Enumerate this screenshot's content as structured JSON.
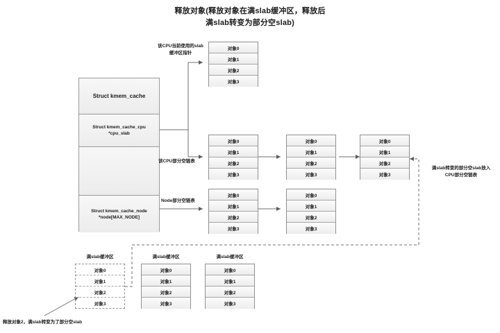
{
  "title": {
    "line1": "释放对象(释放对象在满slab缓冲区，释放后",
    "line2": "满slab转变为部分空slab)"
  },
  "struct_box": {
    "rows": [
      {
        "label": "Struct kmem_cache"
      },
      {
        "label": "Struct kmem_cache_cpu *cpu_slab"
      },
      {
        "label": ""
      },
      {
        "label": "Struct kmem_cache_node\n*node[MAX_NODE]"
      }
    ]
  },
  "labels": {
    "cpu_current_slab": "该CPU当前使用的slab\n缓冲区指针",
    "cpu_partial_list": "该CPU部分空链表",
    "node_partial_list": "Node部分空链表",
    "right_note": "满slab转变的部分空slab放入\nCPU部分空链表",
    "bottom_caption": "释放对象2，满slab转变为了部分空slab",
    "full_slab_buffer": "满slab缓冲区"
  },
  "objects": [
    "对象0",
    "对象1",
    "对象2",
    "对象3"
  ],
  "slabs": {
    "cpu_current": {
      "objects": [
        "对象0",
        "对象1",
        "对象2",
        "对象3"
      ]
    },
    "cpu_partial": [
      {
        "objects": [
          "对象0",
          "对象1",
          "对象2",
          "对象3"
        ]
      },
      {
        "objects": [
          "对象0",
          "对象1",
          "对象2",
          "对象3"
        ]
      },
      {
        "objects": [
          "对象0",
          "对象1",
          "对象2",
          "对象3"
        ]
      }
    ],
    "node_partial": [
      {
        "objects": [
          "对象0",
          "对象1",
          "对象2",
          "对象3"
        ]
      },
      {
        "objects": [
          "对象0",
          "对象1",
          "对象2",
          "对象3"
        ]
      }
    ],
    "full_slabs": [
      {
        "title": "满slab缓冲区",
        "style": "dashed",
        "objects": [
          "对象0",
          "对象1",
          "对象2",
          "对象3"
        ]
      },
      {
        "title": "满slab缓冲区",
        "style": "solid",
        "objects": [
          "对象0",
          "对象1",
          "对象2",
          "对象3"
        ]
      },
      {
        "title": "满slab缓冲区",
        "style": "solid",
        "objects": [
          "对象0",
          "对象1",
          "对象2",
          "对象3"
        ]
      }
    ]
  },
  "colors": {
    "line": "#6f6f6f",
    "box_border": "#8f8f8f",
    "box_fill": "#f2f2f2",
    "text": "#1a1a1a"
  }
}
